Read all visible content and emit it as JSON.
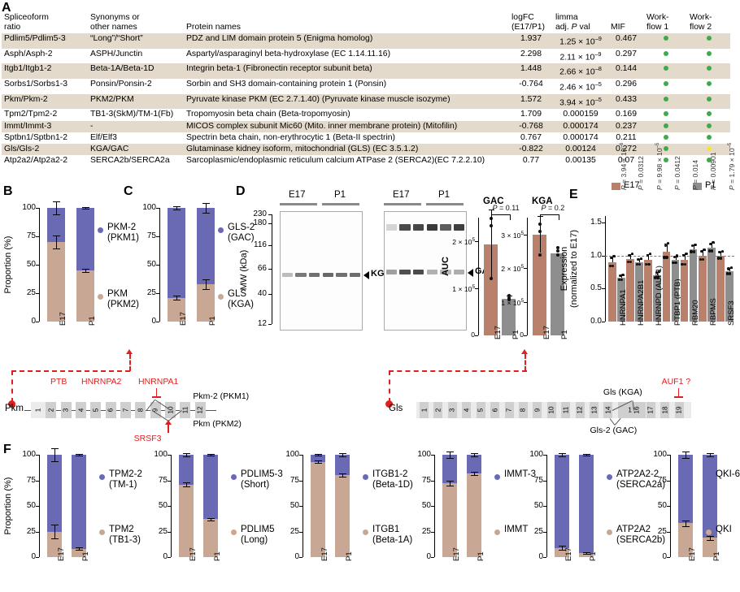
{
  "panels": {
    "a": "A",
    "b": "B",
    "c": "C",
    "d": "D",
    "e": "E",
    "f": "F"
  },
  "table": {
    "headers": {
      "ratio_l1": "Spliceoform",
      "ratio_l2": "ratio",
      "syn_l1": "Synonyms or",
      "syn_l2": "other names",
      "protein": "Protein names",
      "logfc_l1": "logFC",
      "logfc_l2": "(E17/P1)",
      "pval_l1": "limma",
      "pval_l2a": "adj. ",
      "pval_l2b": "P",
      "pval_l2c": " val",
      "mif": "MIF",
      "wf1_l1": "Work-",
      "wf1_l2": "flow 1",
      "wf2_l1": "Work-",
      "wf2_l2": "flow 2"
    },
    "colors": {
      "green": "#3faa4b",
      "yellow": "#f2e53a",
      "row_shade": "#e3dacb"
    },
    "rows": [
      {
        "ratio": "Pdlim5/Pdlim5-3",
        "syn": "“Long”/“Short”",
        "protein": "PDZ and LIM domain protein 5 (Enigma homolog)",
        "logfc": "1.937",
        "p_mant": "1.25 × 10",
        "p_exp": "–9",
        "mif": "0.467",
        "wf1": "green",
        "wf2": "green"
      },
      {
        "ratio": "Asph/Asph-2",
        "syn": "ASPH/Junctin",
        "protein": "Aspartyl/asparaginyl beta-hydroxylase (EC 1.14.11.16)",
        "logfc": "2.298",
        "p_mant": "2.11 × 10",
        "p_exp": "–9",
        "mif": "0.297",
        "wf1": "green",
        "wf2": "green"
      },
      {
        "ratio": "Itgb1/Itgb1-2",
        "syn": "Beta-1A/Beta-1D",
        "protein": "Integrin beta-1 (Fibronectin receptor subunit beta)",
        "logfc": "1.448",
        "p_mant": "2.66 × 10",
        "p_exp": "–8",
        "mif": "0.144",
        "wf1": "green",
        "wf2": "green"
      },
      {
        "ratio": "Sorbs1/Sorbs1-3",
        "syn": "Ponsin/Ponsin-2",
        "protein": "Sorbin and SH3 domain-containing protein 1 (Ponsin)",
        "logfc": "-0.764",
        "p_mant": "2.46 × 10",
        "p_exp": "–5",
        "mif": "0.296",
        "wf1": "green",
        "wf2": "green"
      },
      {
        "ratio": "Pkm/Pkm-2",
        "syn": "PKM2/PKM",
        "protein": "Pyruvate kinase PKM (EC 2.7.1.40) (Pyruvate kinase muscle isozyme)",
        "logfc": "1.572",
        "p_mant": "3.94 × 10",
        "p_exp": "–5",
        "mif": "0.433",
        "wf1": "green",
        "wf2": "green"
      },
      {
        "ratio": "Tpm2/Tpm2-2",
        "syn": "TB1-3(SkM)/TM-1(Fb)",
        "protein": "Tropomyosin beta chain (Beta-tropomyosin)",
        "logfc": "1.709",
        "p_mant": "0.000159",
        "p_exp": "",
        "mif": "0.169",
        "wf1": "green",
        "wf2": "green"
      },
      {
        "ratio": "Immt/Immt-3",
        "syn": "-",
        "protein": "MICOS complex subunit Mic60 (Mito. inner membrane protein) (Mitofilin)",
        "logfc": "-0.768",
        "p_mant": "0.000174",
        "p_exp": "",
        "mif": "0.237",
        "wf1": "green",
        "wf2": "green"
      },
      {
        "ratio": "Sptbn1/Sptbn1-2",
        "syn": "Elf/Elf3",
        "protein": "Spectrin beta chain, non-erythrocytic 1 (Beta-II spectrin)",
        "logfc": "0.767",
        "p_mant": "0.000174",
        "p_exp": "",
        "mif": "0.211",
        "wf1": "green",
        "wf2": "green"
      },
      {
        "ratio": "Gls/Gls-2",
        "syn": "KGA/GAC",
        "protein": "Glutaminase kidney isoform, mitochondrial (GLS) (EC 3.5.1.2)",
        "logfc": "-0.822",
        "p_mant": "0.00124",
        "p_exp": "",
        "mif": "0.272",
        "wf1": "green",
        "wf2": "yellow"
      },
      {
        "ratio": "Atp2a2/Atp2a2-2",
        "syn": "SERCA2b/SERCA2a",
        "protein": "Sarcoplasmic/endoplasmic reticulum calcium ATPase 2 (SERCA2)(EC 7.2.2.10)",
        "logfc": "0.77",
        "p_mant": "0.00135",
        "p_exp": "",
        "mif": "0.07",
        "wf1": "green",
        "wf2": "green"
      }
    ]
  },
  "colors": {
    "low_iso": "#c8a894",
    "high_iso": "#6a6ab4",
    "e17_bar": "#b9806b",
    "p1_bar": "#8e8e8e",
    "red": "#e02020"
  },
  "chart_data": [
    {
      "id": "panel_b",
      "type": "bar",
      "stacked": true,
      "title": "",
      "xlabel": "",
      "ylabel": "Proportion (%)",
      "ylim": [
        0,
        100
      ],
      "yticks": [
        0,
        25,
        50,
        75,
        100
      ],
      "categories": [
        "E17",
        "P1"
      ],
      "series": [
        {
          "name": "PKM (PKM2)",
          "legend_l1": "PKM",
          "legend_l2": "(PKM2)",
          "color": "#c8a894",
          "values": [
            70,
            45
          ],
          "errors": [
            5.5,
            1.5
          ]
        },
        {
          "name": "PKM-2 (PKM1)",
          "legend_l1": "PKM-2",
          "legend_l2": "(PKM1)",
          "color": "#6a6ab4",
          "values": [
            30,
            55
          ],
          "errors": [
            5.5,
            1.0
          ]
        }
      ]
    },
    {
      "id": "panel_c",
      "type": "bar",
      "stacked": true,
      "ylabel": "",
      "ylim": [
        0,
        100
      ],
      "yticks": [
        0,
        25,
        50,
        75,
        100
      ],
      "categories": [
        "E17",
        "P1"
      ],
      "series": [
        {
          "name": "GLS (KGA)",
          "legend_l1": "GLS",
          "legend_l2": "(KGA)",
          "color": "#c8a894",
          "values": [
            21,
            33
          ],
          "errors": [
            2.0,
            4.5
          ]
        },
        {
          "name": "GLS-2 (GAC)",
          "legend_l1": "GLS-2",
          "legend_l2": "(GAC)",
          "color": "#6a6ab4",
          "values": [
            79,
            67
          ],
          "errors": [
            1.5,
            4.5
          ]
        }
      ]
    },
    {
      "id": "panel_d_gac",
      "type": "bar",
      "title": "GAC",
      "ylabel": "AUC",
      "pvalue": "P = 0.11",
      "ylim": [
        0,
        250000
      ],
      "yticks": [
        0,
        100000,
        200000
      ],
      "ytick_labels": [
        "0",
        "1 × 10",
        "2 × 10"
      ],
      "ytick_exp": "5",
      "categories": [
        "E17",
        "P1"
      ],
      "values": [
        193000,
        78000
      ],
      "errors": [
        75000,
        6000
      ],
      "colors": [
        "#b9806b",
        "#8e8e8e"
      ],
      "points": [
        [
          233000,
          120000,
          248000
        ],
        [
          80000,
          76000,
          84000
        ]
      ]
    },
    {
      "id": "panel_d_kga",
      "type": "bar",
      "title": "KGA",
      "ylabel": "",
      "pvalue": "P = 0.2",
      "ylim": [
        0,
        350000
      ],
      "yticks": [
        0,
        100000,
        200000,
        300000
      ],
      "ytick_labels": [
        "0",
        "1 × 10",
        "2 × 10",
        "3 × 10"
      ],
      "ytick_exp": "5",
      "categories": [
        "E17",
        "P1"
      ],
      "values": [
        300000,
        245000
      ],
      "errors": [
        55000,
        0
      ],
      "colors": [
        "#b9806b",
        "#8e8e8e"
      ],
      "points": [
        [
          330000,
          310000,
          240000
        ],
        [
          250000,
          240000,
          260000
        ]
      ]
    },
    {
      "id": "panel_e",
      "type": "bar",
      "ylabel_l1": "Expression",
      "ylabel_l2": "(normalized to E17)",
      "ylim": [
        0,
        1.6
      ],
      "yticks": [
        0.0,
        0.5,
        1.0,
        1.5
      ],
      "ytick_labels": [
        "0.0",
        "0.5",
        "1.0",
        "1.5"
      ],
      "reference_line": 1.0,
      "legend": [
        {
          "label": "E17",
          "color": "#b9806b"
        },
        {
          "label": "P1",
          "color": "#8e8e8e"
        }
      ],
      "categories": [
        "HNRNPA1",
        "HNRNPA2B1",
        "HNRNPD (AUF1)",
        "PTBP1 (PTB)",
        "RBM20",
        "RBPMS",
        "SRSF3"
      ],
      "pvalues": [
        "P = 3.94 × 10",
        "P = 0.0312",
        "P = 9.98 × 10",
        "P = 0.0412",
        "P = 0.014",
        "P = 0.00901",
        "P = 1.79 × 10"
      ],
      "pvalue_exps": [
        "–6",
        "",
        "–5",
        "",
        "",
        "",
        "–5"
      ],
      "series": [
        {
          "name": "E17",
          "color": "#b9806b",
          "values": [
            0.9,
            0.95,
            0.93,
            1.06,
            0.93,
            1.0,
            1.0
          ],
          "errors": [
            0.08,
            0.07,
            0.09,
            0.12,
            0.09,
            0.08,
            0.06
          ]
        },
        {
          "name": "P1",
          "color": "#8e8e8e",
          "values": [
            0.66,
            0.9,
            0.7,
            0.93,
            1.1,
            1.12,
            0.76
          ],
          "errors": [
            0.04,
            0.05,
            0.05,
            0.06,
            0.06,
            0.07,
            0.05
          ]
        }
      ]
    },
    {
      "id": "panel_f1",
      "type": "bar",
      "stacked": true,
      "ylabel": "Proportion (%)",
      "ylim": [
        0,
        100
      ],
      "yticks": [
        0,
        25,
        50,
        75,
        100
      ],
      "categories": [
        "E17",
        "P1"
      ],
      "series": [
        {
          "name": "TPM2 (TB1-3)",
          "legend_l1": "TPM2",
          "legend_l2": "(TB1-3)",
          "color": "#c8a894",
          "values": [
            25,
            8
          ],
          "errors": [
            7,
            1.2
          ]
        },
        {
          "name": "TPM2-2 (TM-1)",
          "legend_l1": "TPM2-2",
          "legend_l2": "(TM-1)",
          "color": "#6a6ab4",
          "values": [
            75,
            92
          ],
          "errors": [
            6,
            0.8
          ]
        }
      ]
    },
    {
      "id": "panel_f2",
      "type": "bar",
      "stacked": true,
      "ylim": [
        0,
        100
      ],
      "yticks": [
        0,
        25,
        50,
        75,
        100
      ],
      "categories": [
        "E17",
        "P1"
      ],
      "series": [
        {
          "name": "PDLIM5 (Long)",
          "legend_l1": "PDLIM5",
          "legend_l2": "(Long)",
          "color": "#c8a894",
          "values": [
            71,
            37
          ],
          "errors": [
            1.8,
            1.0
          ]
        },
        {
          "name": "PDLIM5-3 (Short)",
          "legend_l1": "PDLIM5-3",
          "legend_l2": "(Short)",
          "color": "#6a6ab4",
          "values": [
            29,
            63
          ],
          "errors": [
            1.5,
            1.0
          ]
        }
      ]
    },
    {
      "id": "panel_f3",
      "type": "bar",
      "stacked": true,
      "ylim": [
        0,
        100
      ],
      "yticks": [
        0,
        25,
        50,
        75,
        100
      ],
      "categories": [
        "E17",
        "P1"
      ],
      "series": [
        {
          "name": "ITGB1 (Beta-1A)",
          "legend_l1": "ITGB1",
          "legend_l2": "(Beta-1A)",
          "color": "#c8a894",
          "values": [
            93,
            80
          ],
          "errors": [
            1.2,
            1.5
          ]
        },
        {
          "name": "ITGB1-2 (Beta-1D)",
          "legend_l1": "ITGB1-2",
          "legend_l2": "(Beta-1D)",
          "color": "#6a6ab4",
          "values": [
            7,
            20
          ],
          "errors": [
            1.0,
            1.4
          ]
        }
      ]
    },
    {
      "id": "panel_f4",
      "type": "bar",
      "stacked": true,
      "ylim": [
        0,
        100
      ],
      "yticks": [
        0,
        25,
        50,
        75,
        100
      ],
      "categories": [
        "E17",
        "P1"
      ],
      "series": [
        {
          "name": "IMMT",
          "legend_l1": "IMMT",
          "legend_l2": "",
          "color": "#c8a894",
          "values": [
            72,
            82
          ],
          "errors": [
            2.5,
            1.5
          ]
        },
        {
          "name": "IMMT-3",
          "legend_l1": "IMMT-3",
          "legend_l2": "",
          "color": "#6a6ab4",
          "values": [
            28,
            18
          ],
          "errors": [
            2.8,
            1.8
          ]
        }
      ]
    },
    {
      "id": "panel_f5",
      "type": "bar",
      "stacked": true,
      "ylim": [
        0,
        100
      ],
      "yticks": [
        0,
        25,
        50,
        75,
        100
      ],
      "categories": [
        "E17",
        "P1"
      ],
      "series": [
        {
          "name": "ATP2A2 (SERCA2b)",
          "legend_l1": "ATP2A2",
          "legend_l2": "(SERCA2b)",
          "color": "#c8a894",
          "values": [
            9,
            4
          ],
          "errors": [
            1.8,
            0.6
          ]
        },
        {
          "name": "ATP2A2-2 (SERCA2a)",
          "legend_l1": "ATP2A2-2",
          "legend_l2": "(SERCA2a)",
          "color": "#6a6ab4",
          "values": [
            91,
            96
          ],
          "errors": [
            1.5,
            0.6
          ]
        }
      ]
    },
    {
      "id": "panel_f6",
      "type": "bar",
      "stacked": true,
      "ylim": [
        0,
        100
      ],
      "yticks": [
        0,
        25,
        50,
        75,
        100
      ],
      "categories": [
        "E17",
        "P1"
      ],
      "series": [
        {
          "name": "QKI",
          "legend_l1": "QKI",
          "legend_l2": "",
          "color": "#c8a894",
          "values": [
            33,
            19
          ],
          "errors": [
            3.0,
            2.0
          ]
        },
        {
          "name": "QKI-6",
          "legend_l1": "QKI-6",
          "legend_l2": "",
          "color": "#6a6ab4",
          "values": [
            67,
            81
          ],
          "errors": [
            3.5,
            1.5
          ]
        }
      ]
    }
  ],
  "gel": {
    "ylabel": "MW (kDa)",
    "mw_ticks": [
      "230",
      "180",
      "116",
      "66",
      "40",
      "12"
    ],
    "groups": [
      "E17",
      "P1"
    ],
    "left_band_label": "KGA",
    "right_band_label": "GAC"
  },
  "genes": {
    "pkm": {
      "name": "Pkm",
      "exons": [
        "1",
        "2",
        "3",
        "4",
        "5",
        "6",
        "7",
        "8",
        "9",
        "10",
        "11",
        "12"
      ],
      "rbps_top": [
        "PTB",
        "HNRNPA2",
        "HNRNPA1"
      ],
      "rbp_bottom": "SRSF3",
      "iso_top": "Pkm-2 (PKM1)",
      "iso_bottom": "Pkm (PKM2)"
    },
    "gls": {
      "name": "Gls",
      "exons": [
        "1",
        "2",
        "3",
        "4",
        "5",
        "6",
        "7",
        "8",
        "9",
        "10",
        "11",
        "12",
        "13",
        "14",
        "15",
        "16",
        "17",
        "18",
        "19"
      ],
      "rbp_right": "AUF1 ?",
      "iso_top": "Gls (KGA)",
      "iso_bottom": "Gls-2 (GAC)"
    }
  }
}
